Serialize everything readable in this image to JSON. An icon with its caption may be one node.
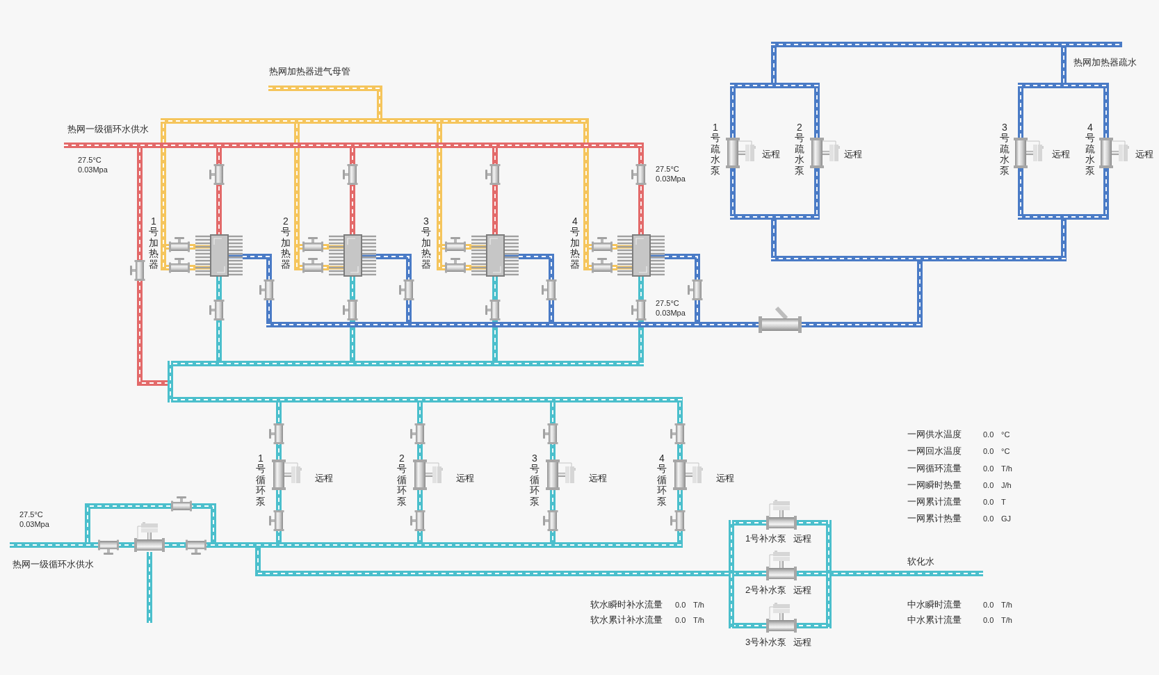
{
  "diagram": {
    "nodes": [
      {
        "text": [],
        "shape": "bar"
      },
      {
        "text": [],
        "shape": "bar"
      },
      {
        "text": [],
        "shape": "bar"
      },
      {
        "text": [],
        "shape": "bar"
      },
      {
        "text": [],
        "shape": "bar"
      },
      {
        "text": [],
        "shape": "picture",
        "beside": [
          "1号疏水泵",
          "远程"
        ]
      },
      {
        "text": [],
        "shape": "picture",
        "beside": [
          "2号疏水泵",
          "远程"
        ]
      },
      {
        "text": [],
        "shape": "picture",
        "beside": [
          "3号疏水泵",
          "远程"
        ]
      },
      {
        "text": [],
        "shape": "picture",
        "beside": [
          "4号疏水泵",
          "远程"
        ]
      },
      {
        "text": [],
        "shape": "bar"
      },
      {
        "text": [],
        "shape": "bar"
      },
      {
        "text": [],
        "shape": "bar"
      },
      {
        "text": [],
        "shape": "bar"
      },
      {
        "text": [],
        "shape": "bar"
      },
      {
        "text": [],
        "shape": "bar"
      },
      {
        "text": [],
        "shape": "picture"
      },
      {
        "text": [],
        "shape": "picture"
      },
      {
        "text": [],
        "shape": "picture"
      },
      {
        "text": [],
        "shape": "picture"
      },
      {
        "text": [],
        "shape": "bar"
      },
      {
        "text": [],
        "shape": "bar"
      },
      {
        "text": [],
        "shape": "picture"
      },
      {
        "text": [],
        "shape": "bar"
      },
      {
        "text": [],
        "shape": "bar"
      },
      {
        "text": [],
        "shape": "bar"
      },
      {
        "text": [],
        "shape": "bar"
      },
      {
        "text": [],
        "shape": "picture",
        "beside": [
          "1号循环泵",
          "远程"
        ]
      },
      {
        "text": [],
        "shape": "picture",
        "beside": [
          "2号循环泵",
          "远程"
        ]
      },
      {
        "text": [],
        "shape": "picture",
        "beside": [
          "3号循环泵",
          "远程"
        ]
      },
      {
        "text": [],
        "shape": "picture",
        "beside": [
          "4号循环泵",
          "远程"
        ]
      },
      {
        "text": [],
        "shape": "bar"
      },
      {
        "text": [],
        "shape": "bar"
      },
      {
        "text": [],
        "shape": "picture",
        "beside": [
          "1号补水泵",
          "远程"
        ]
      },
      {
        "text": [],
        "shape": "bar"
      },
      {
        "text": [],
        "shape": "picture"
      },
      {
        "text": [],
        "shape": "bar"
      },
      {
        "text": [],
        "shape": "picture",
        "beside": [
          "2号补水泵",
          "远程"
        ]
      },
      {
        "text": [],
        "shape": "picture",
        "beside": [
          "3号补水泵",
          "远程"
        ]
      }
    ],
    "edges": [
      {
        "from": null,
        "to": 3,
        "arrow": "none",
        "color": "#f5c55c"
      },
      {
        "from": 3,
        "to": 11,
        "arrow": "none",
        "color": "#f5c55c"
      },
      {
        "from": 3,
        "to": 12,
        "arrow": "none",
        "color": "#f5c55c"
      },
      {
        "from": 3,
        "to": 13,
        "arrow": "none",
        "color": "#f5c55c"
      },
      {
        "from": 3,
        "to": 14,
        "arrow": "none",
        "color": "#f5c55c"
      },
      {
        "from": 11,
        "to": 15,
        "arrow": "none",
        "color": "#f5c55c"
      },
      {
        "from": 11,
        "to": 15,
        "arrow": "none",
        "color": "#f5c55c"
      },
      {
        "from": 12,
        "to": 16,
        "arrow": "none",
        "color": "#f5c55c"
      },
      {
        "from": 12,
        "to": 16,
        "arrow": "none",
        "color": "#f5c55c"
      },
      {
        "from": 13,
        "to": 17,
        "arrow": "none",
        "color": "#f5c55c"
      },
      {
        "from": 13,
        "to": 17,
        "arrow": "none",
        "color": "#f5c55c"
      },
      {
        "from": 14,
        "to": 18,
        "arrow": "none",
        "color": "#f5c55c"
      },
      {
        "from": 14,
        "to": 18,
        "arrow": "none",
        "color": "#f5c55c"
      },
      {
        "from": 4,
        "to": 15,
        "arrow": "none",
        "color": "#e36a6a"
      },
      {
        "from": 4,
        "to": 16,
        "arrow": "none",
        "color": "#e36a6a"
      },
      {
        "from": 4,
        "to": 17,
        "arrow": "none",
        "color": "#e36a6a"
      },
      {
        "from": 4,
        "to": 18,
        "arrow": "none",
        "color": "#e36a6a"
      },
      {
        "from": 4,
        "to": 24,
        "arrow": "none",
        "color": "#e36a6a"
      },
      {
        "from": 15,
        "to": 20,
        "arrow": "none",
        "color": "#4a7bc6"
      },
      {
        "from": 16,
        "to": 20,
        "arrow": "none",
        "color": "#4a7bc6"
      },
      {
        "from": 17,
        "to": 20,
        "arrow": "none",
        "color": "#4a7bc6"
      },
      {
        "from": 18,
        "to": 20,
        "arrow": "none",
        "color": "#4a7bc6"
      },
      {
        "from": 22,
        "to": 19,
        "arrow": "none",
        "color": "#4a7bc6"
      },
      {
        "from": 19,
        "to": 9,
        "arrow": "none",
        "color": "#4a7bc6"
      },
      {
        "from": 19,
        "to": 10,
        "arrow": "none",
        "color": "#4a7bc6"
      },
      {
        "from": 9,
        "to": 5,
        "arrow": "none",
        "color": "#4a7bc6"
      },
      {
        "from": 9,
        "to": 6,
        "arrow": "none",
        "color": "#4a7bc6"
      },
      {
        "from": 10,
        "to": 7,
        "arrow": "none",
        "color": "#4a7bc6"
      },
      {
        "from": 10,
        "to": 8,
        "arrow": "none",
        "color": "#4a7bc6"
      },
      {
        "from": 5,
        "to": 1,
        "arrow": "none",
        "color": "#4a7bc6"
      },
      {
        "from": 6,
        "to": 1,
        "arrow": "none",
        "color": "#4a7bc6"
      },
      {
        "from": 7,
        "to": 2,
        "arrow": "none",
        "color": "#4a7bc6"
      },
      {
        "from": 8,
        "to": 2,
        "arrow": "none",
        "color": "#4a7bc6"
      },
      {
        "from": 1,
        "to": 0,
        "arrow": "none",
        "color": "#4a7bc6"
      },
      {
        "from": 2,
        "to": 0,
        "arrow": "none",
        "color": "#4a7bc6"
      },
      {
        "from": 15,
        "to": 23,
        "arrow": "none"
      },
      {
        "from": 16,
        "to": 23,
        "arrow": "none"
      },
      {
        "from": 17,
        "to": 23,
        "arrow": "none"
      },
      {
        "from": 18,
        "to": 23,
        "arrow": "none"
      },
      {
        "from": 25,
        "to": 26,
        "arrow": "none"
      },
      {
        "from": 25,
        "to": 27,
        "arrow": "none"
      },
      {
        "from": 25,
        "to": 28,
        "arrow": "none"
      },
      {
        "from": 25,
        "to": 29,
        "arrow": "none"
      },
      {
        "from": 26,
        "to": 35,
        "arrow": "none"
      },
      {
        "from": 27,
        "to": 35,
        "arrow": "none"
      },
      {
        "from": 28,
        "to": 35,
        "arrow": "none"
      },
      {
        "from": 29,
        "to": 35,
        "arrow": "none"
      },
      {
        "from": 33,
        "to": 35,
        "arrow": "none"
      },
      {
        "from": 34,
        "to": null,
        "arrow": "none"
      },
      {
        "from": 30,
        "to": 35,
        "arrow": "none"
      },
      {
        "from": null,
        "to": 31,
        "arrow": "none"
      },
      {
        "from": 31,
        "to": 32,
        "arrow": "none"
      },
      {
        "from": 31,
        "to": 36,
        "arrow": "none"
      },
      {
        "from": 31,
        "to": 37,
        "arrow": "none"
      },
      {
        "from": 32,
        "to": 30,
        "arrow": "none"
      },
      {
        "from": 36,
        "to": 30,
        "arrow": "none"
      },
      {
        "from": 37,
        "to": 30,
        "arrow": "none"
      }
    ],
    "labels": [
      "热网加热器进气母管",
      "热网加热器疏水",
      "热网一级循环水供水",
      "27.5°C",
      "0.03Mpa",
      "27.5°C",
      "0.03Mpa",
      "1号加热器",
      "2号加热器",
      "3号加热器",
      "4号加热器",
      "27.5°C",
      "0.03Mpa",
      "一网供水温度",
      "0.0",
      "°C",
      "一网回水温度",
      "0.0",
      "°C",
      "一网循环流量",
      "0.0",
      "T/h",
      "一网瞬时热量",
      "0.0",
      "J/h",
      "一网累计流量",
      "0.0",
      "T",
      "一网累计热量",
      "0.0",
      "GJ",
      "27.5°C",
      "0.03Mpa",
      "热网一级循环水供水",
      "软化水",
      "软水瞬时补水流量",
      "0.0",
      "T/h",
      "中水瞬时流量",
      "0.0",
      "T/h",
      "软水累计补水流量",
      "0.0",
      "T/h",
      "中水累计流量",
      "0.0",
      "T/h"
    ]
  }
}
